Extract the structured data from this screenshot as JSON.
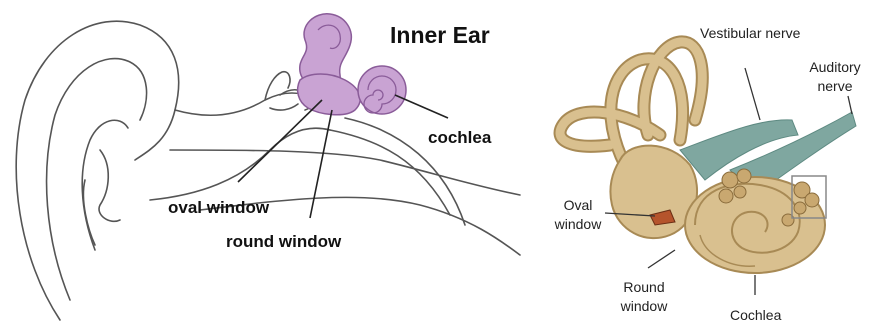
{
  "left_diagram": {
    "title": "Inner Ear",
    "labels": {
      "cochlea": "cochlea",
      "oval_window": "oval window",
      "round_window": "round window"
    },
    "colors": {
      "inner_ear_fill": "#c9a3d3",
      "inner_ear_stroke": "#8a5c99",
      "sketch": "#555555"
    }
  },
  "right_diagram": {
    "labels": {
      "vestibular_nerve": "Vestibular nerve",
      "auditory_nerve": "Auditory nerve",
      "oval_window": "Oval window",
      "round_window": "Round window",
      "cochlea": "Cochlea"
    },
    "colors": {
      "bone": "#d9c08f",
      "bone_shadow": "#a88a55",
      "nerve": "#7fa7a0",
      "oval_window": "#b5542c"
    }
  }
}
